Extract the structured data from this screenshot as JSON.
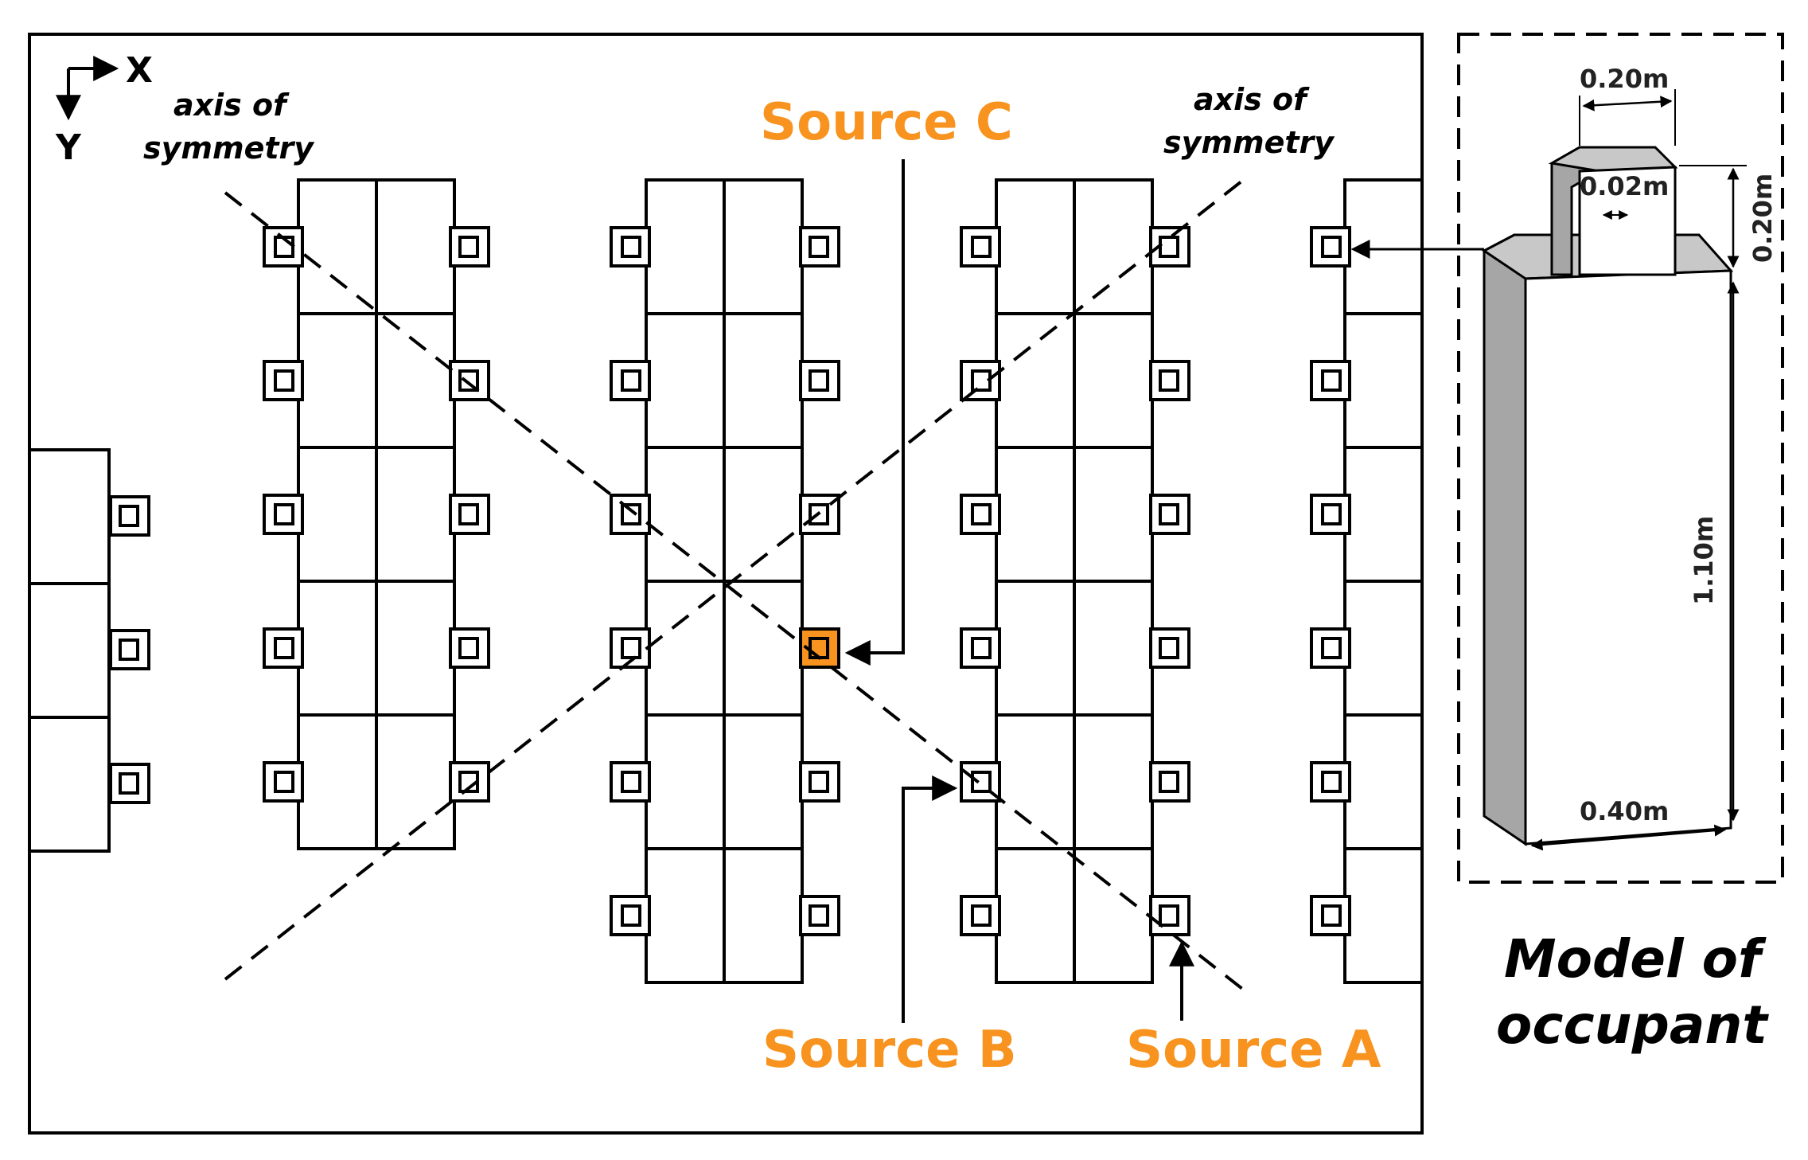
{
  "colors": {
    "source": "#F7931E",
    "line": "#000000",
    "occupant_side": "#A6A6A6",
    "source_text": "#F7931E"
  },
  "axes": {
    "x_label": "X",
    "y_label": "Y"
  },
  "symmetry": {
    "left_line1": "axis of",
    "left_line2": "symmetry",
    "right_line1": "axis of",
    "right_line2": "symmetry"
  },
  "sources": {
    "a": "Source A",
    "b": "Source B",
    "c": "Source C"
  },
  "model": {
    "title_line1": "Model of",
    "title_line2": "occupant",
    "dim_head_width": "0.20m",
    "dim_head_height": "0.20m",
    "dim_gap": "0.02m",
    "dim_body_height": "1.10m",
    "dim_body_width": "0.40m"
  }
}
